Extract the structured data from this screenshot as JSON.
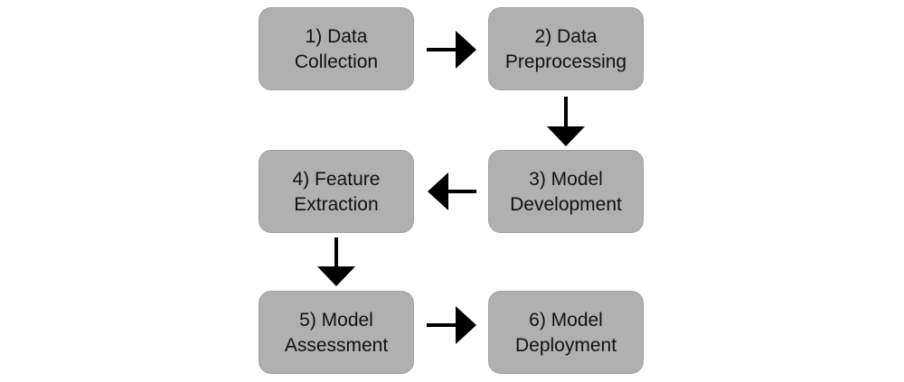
{
  "diagram": {
    "steps": [
      {
        "label": "1) Data\nCollection"
      },
      {
        "label": "2) Data\nPreprocessing"
      },
      {
        "label": "3) Model\nDevelopment"
      },
      {
        "label": "4) Feature\nExtraction"
      },
      {
        "label": "5) Model\nAssessment"
      },
      {
        "label": "6) Model\nDeployment"
      }
    ],
    "colors": {
      "box_fill": "#b0b0b0",
      "arrow": "#000000",
      "text": "#111111"
    }
  }
}
